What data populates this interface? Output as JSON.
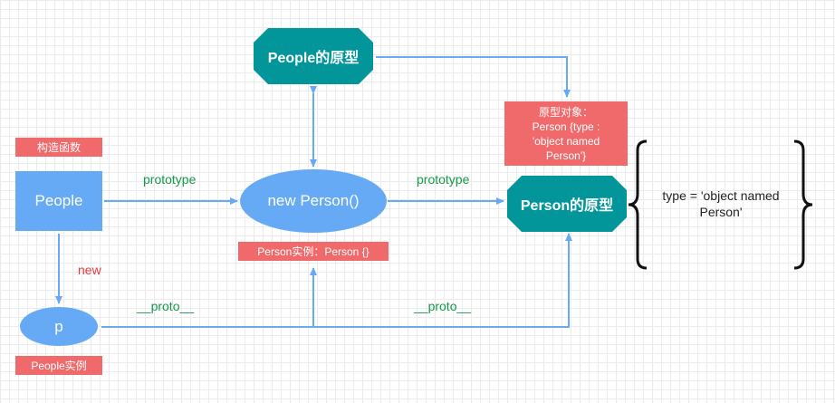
{
  "nodes": {
    "people": "People",
    "new_person": "new Person()",
    "p": "p",
    "people_proto": "People的原型",
    "person_proto": "Person的原型"
  },
  "tags": {
    "constructor": "构造函数",
    "person_instance": "Person实例：Person {}",
    "people_instance": "People实例",
    "proto_object": [
      "原型对象：",
      "Person {type :",
      "'object named",
      "Person'}"
    ]
  },
  "edges": {
    "prototype_1": "prototype",
    "prototype_2": "prototype",
    "new": "new",
    "proto_1": "__proto__",
    "proto_2": "__proto__"
  },
  "note": [
    "type = 'object named",
    "Person'"
  ],
  "colors": {
    "blue": "#66aaf5",
    "teal": "#02959a",
    "red_tag": "#f0696b",
    "arrow": "#66aaf5",
    "green_text": "#14994a",
    "red_text": "#e83a3a"
  }
}
